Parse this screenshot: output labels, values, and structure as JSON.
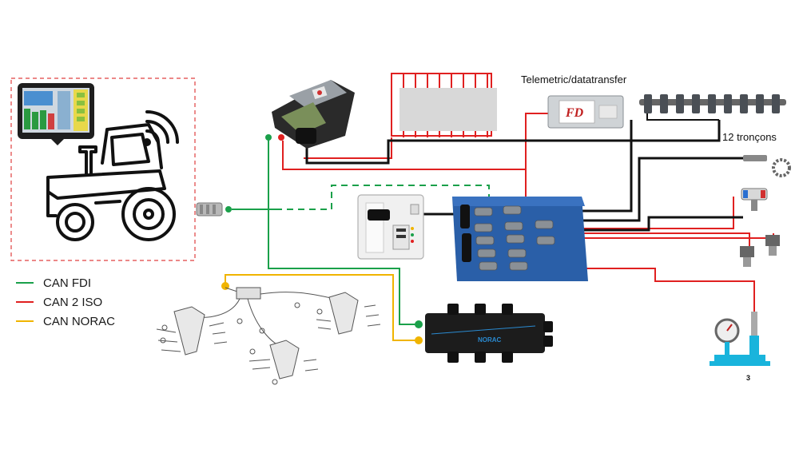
{
  "labels": {
    "telemetric": "Telemetric/datatransfer",
    "troncons": "12 tronçons",
    "pressure_num": "3",
    "norac_brand": "NORAC"
  },
  "legend": [
    {
      "label": "CAN FDI",
      "color": "#1aa04a"
    },
    {
      "label": "CAN 2 ISO",
      "color": "#e02020"
    },
    {
      "label": "CAN NORAC",
      "color": "#f0b400"
    }
  ],
  "colors": {
    "can_fdi": "#1aa04a",
    "can_iso": "#e02020",
    "can_norac": "#f0b400",
    "cable_black": "#111111",
    "frame_dash": "#e04040",
    "box_blue": "#2a5fa8",
    "gauge_cyan": "#19b4dc"
  }
}
